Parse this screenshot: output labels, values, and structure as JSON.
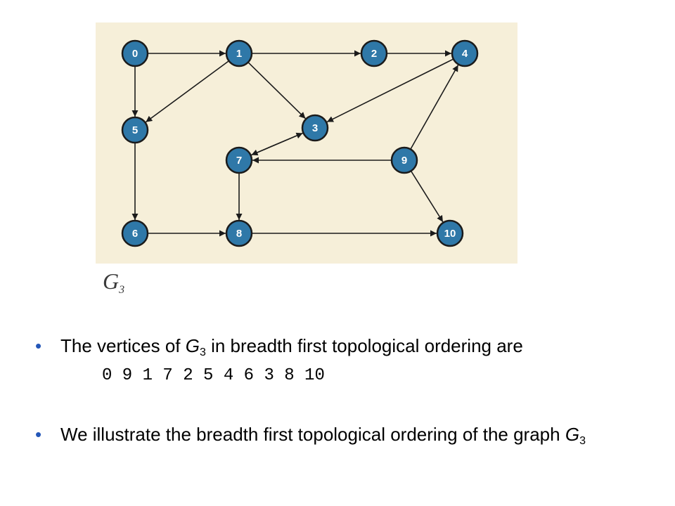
{
  "graph": {
    "name": "G",
    "subscript": "3",
    "nodes": [
      "0",
      "1",
      "2",
      "3",
      "4",
      "5",
      "6",
      "7",
      "8",
      "9",
      "10"
    ],
    "edges": [
      [
        "0",
        "1"
      ],
      [
        "0",
        "5"
      ],
      [
        "1",
        "2"
      ],
      [
        "1",
        "5"
      ],
      [
        "1",
        "3"
      ],
      [
        "2",
        "4"
      ],
      [
        "4",
        "3"
      ],
      [
        "5",
        "6"
      ],
      [
        "6",
        "8"
      ],
      [
        "7",
        "3"
      ],
      [
        "3",
        "7"
      ],
      [
        "9",
        "7"
      ],
      [
        "9",
        "4"
      ],
      [
        "9",
        "10"
      ],
      [
        "7",
        "8"
      ],
      [
        "8",
        "10"
      ]
    ],
    "colors": {
      "panel_bg": "#f6efd9",
      "node_fill": "#2f78a8",
      "node_stroke": "#1b1b1b",
      "edge": "#1b1b1b"
    }
  },
  "bullets": [
    {
      "pre": "The vertices of ",
      "var": "G",
      "sub": "3",
      "post": " in breadth first topological ordering are"
    },
    {
      "pre": "We illustrate the breadth first topological ordering of the graph ",
      "var": "G",
      "sub": "3",
      "post": ""
    }
  ],
  "ordering": "0 9 1 7 2 5 4 6 3 8 10",
  "bullet_color": "#2457b8"
}
